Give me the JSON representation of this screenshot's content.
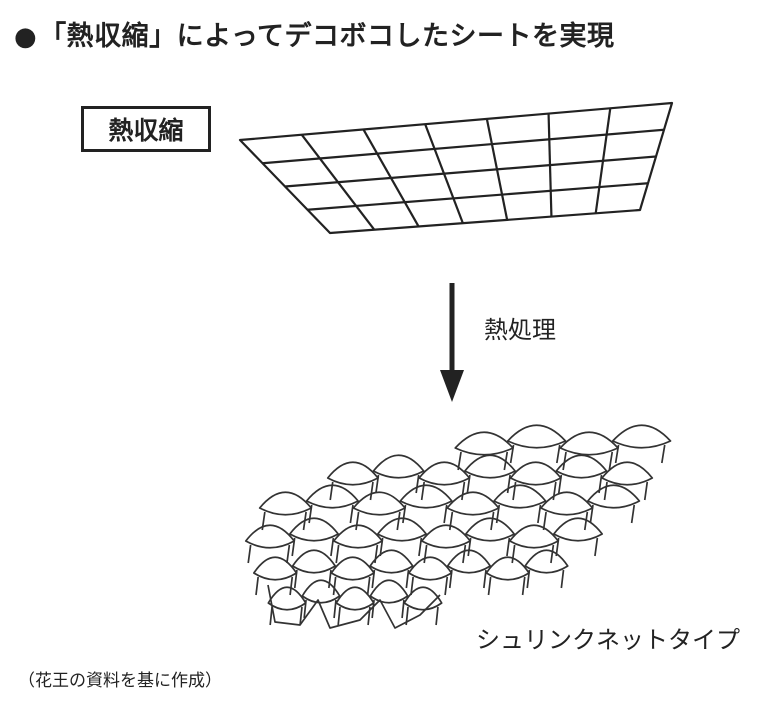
{
  "title": {
    "bullet": "●",
    "text": "「熱収縮」によってデコボコしたシートを実現"
  },
  "stage_before": {
    "label": "熱収縮"
  },
  "process": {
    "label": "熱処理"
  },
  "stage_after": {
    "label": "シュリンクネットタイプ"
  },
  "source": {
    "text": "（花王の資料を基に作成）"
  }
}
